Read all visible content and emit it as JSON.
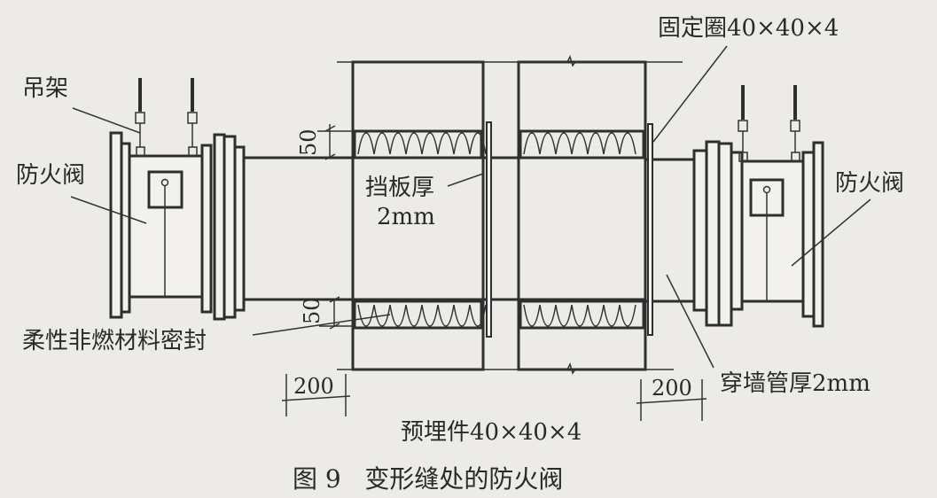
{
  "labels": {
    "hanger": "吊架",
    "fire_damper_left": "防火阀",
    "fire_damper_right": "防火阀",
    "baffle_line1": "挡板厚",
    "baffle_line2": "2mm",
    "fixing_ring": "固定圈40×40×4",
    "seal": "柔性非燃材料密封",
    "embedded_part": "预埋件40×40×4",
    "sleeve": "穿墙管厚2mm",
    "dim_top_gap": "50",
    "dim_bottom_gap": "50",
    "dim_left": "200",
    "dim_right": "200"
  },
  "caption": "图 9   变形缝处的防火阀",
  "colors": {
    "line": "#2e2e2e",
    "paper": "#ecebe7"
  }
}
